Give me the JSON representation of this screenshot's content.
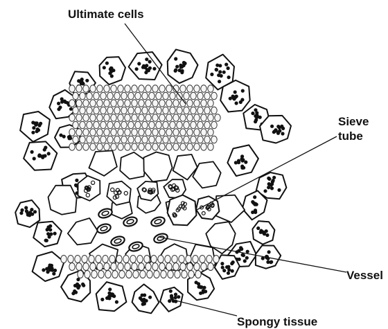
{
  "labels": {
    "ultimate_cells": "Ultimate cells",
    "sieve_line1": "Sieve",
    "sieve_line2": "tube",
    "vessel": "Vessel",
    "spongy_tissue": "Spongy tissue"
  },
  "colors": {
    "stroke": "#111111",
    "fill": "#ffffff",
    "dot": "#111111"
  }
}
